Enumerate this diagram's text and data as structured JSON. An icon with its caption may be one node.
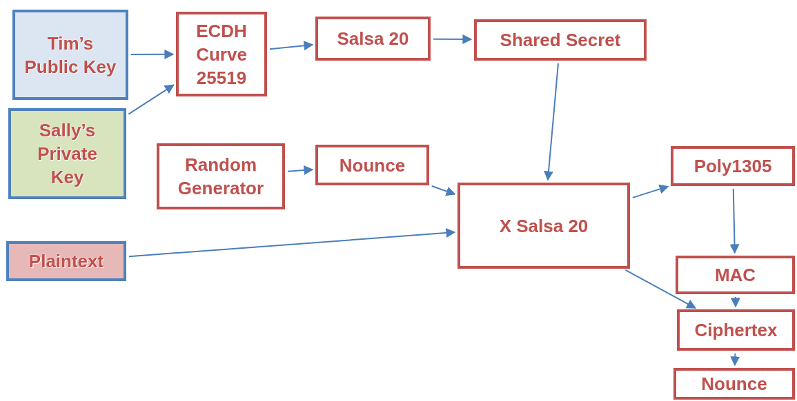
{
  "diagram": {
    "nodes": [
      {
        "text": [
          "Tim’s Public Key"
        ]
      },
      {
        "text": [
          "Sally’s Private Key"
        ]
      },
      {
        "text": [
          "ECDH Curve 25519"
        ]
      },
      {
        "text": [
          "Salsa 20"
        ]
      },
      {
        "text": [
          "Shared Secret"
        ]
      },
      {
        "text": [
          "Random Generator"
        ]
      },
      {
        "text": [
          "Nounce"
        ]
      },
      {
        "text": [
          "Plaintext"
        ]
      },
      {
        "text": [
          "X Salsa 20"
        ]
      },
      {
        "text": [
          "Poly1305"
        ]
      },
      {
        "text": [
          "MAC"
        ]
      },
      {
        "text": [
          "Ciphertex"
        ]
      },
      {
        "text": [
          "Nounce"
        ]
      }
    ],
    "edges": [
      {
        "from": 0,
        "to": 2,
        "arrow": "to"
      },
      {
        "from": 1,
        "to": 2,
        "arrow": "to"
      },
      {
        "from": 2,
        "to": 3,
        "arrow": "to"
      },
      {
        "from": 3,
        "to": 4,
        "arrow": "to"
      },
      {
        "from": 4,
        "to": 8,
        "arrow": "to"
      },
      {
        "from": 5,
        "to": 6,
        "arrow": "to"
      },
      {
        "from": 6,
        "to": 8,
        "arrow": "to"
      },
      {
        "from": 7,
        "to": 8,
        "arrow": "to"
      },
      {
        "from": 8,
        "to": 9,
        "arrow": "to"
      },
      {
        "from": 9,
        "to": 10,
        "arrow": "to"
      },
      {
        "from": 10,
        "to": 11,
        "arrow": "to"
      },
      {
        "from": 8,
        "to": 11,
        "arrow": "to"
      },
      {
        "from": 11,
        "to": 12,
        "arrow": "to"
      }
    ]
  }
}
